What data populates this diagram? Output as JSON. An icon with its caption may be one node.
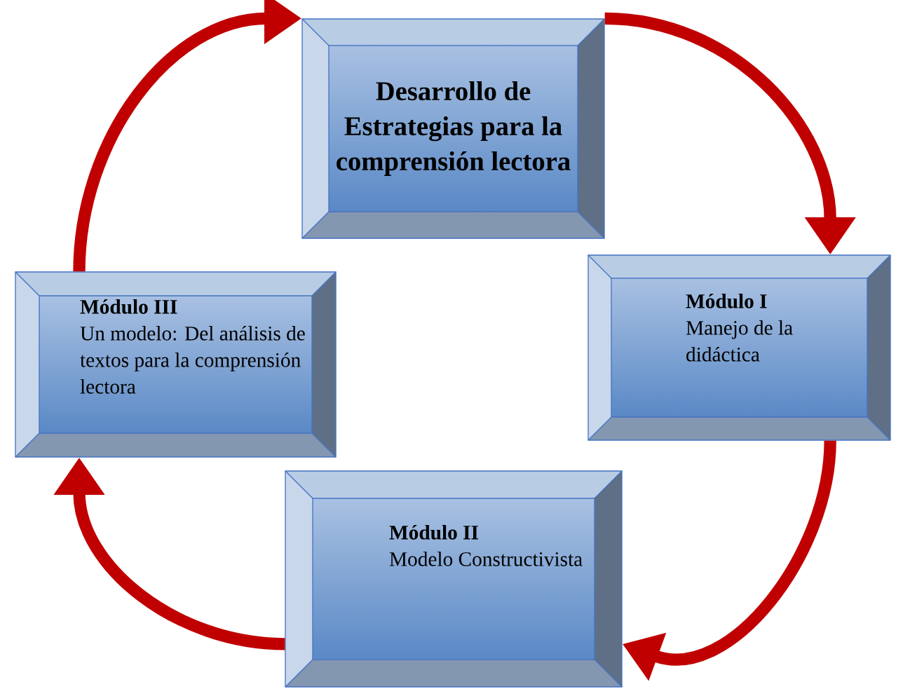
{
  "diagram": {
    "nodes": [
      {
        "text": [
          "Desarrollo de Estrategias para la comprensión lectora"
        ]
      },
      {
        "text": [
          "Módulo I",
          "Manejo de la didáctica"
        ]
      },
      {
        "text": [
          "Módulo II",
          "Modelo Constructivista"
        ]
      },
      {
        "text": [
          "Módulo III",
          "Un modelo: Del análisis de textos para la comprensión lectora"
        ]
      }
    ],
    "edges": [
      {
        "from": 0,
        "to": 1,
        "arrow": "to"
      },
      {
        "from": 1,
        "to": 2,
        "arrow": "to"
      },
      {
        "from": 2,
        "to": 3,
        "arrow": "to"
      },
      {
        "from": 3,
        "to": 0,
        "arrow": "to"
      }
    ]
  }
}
